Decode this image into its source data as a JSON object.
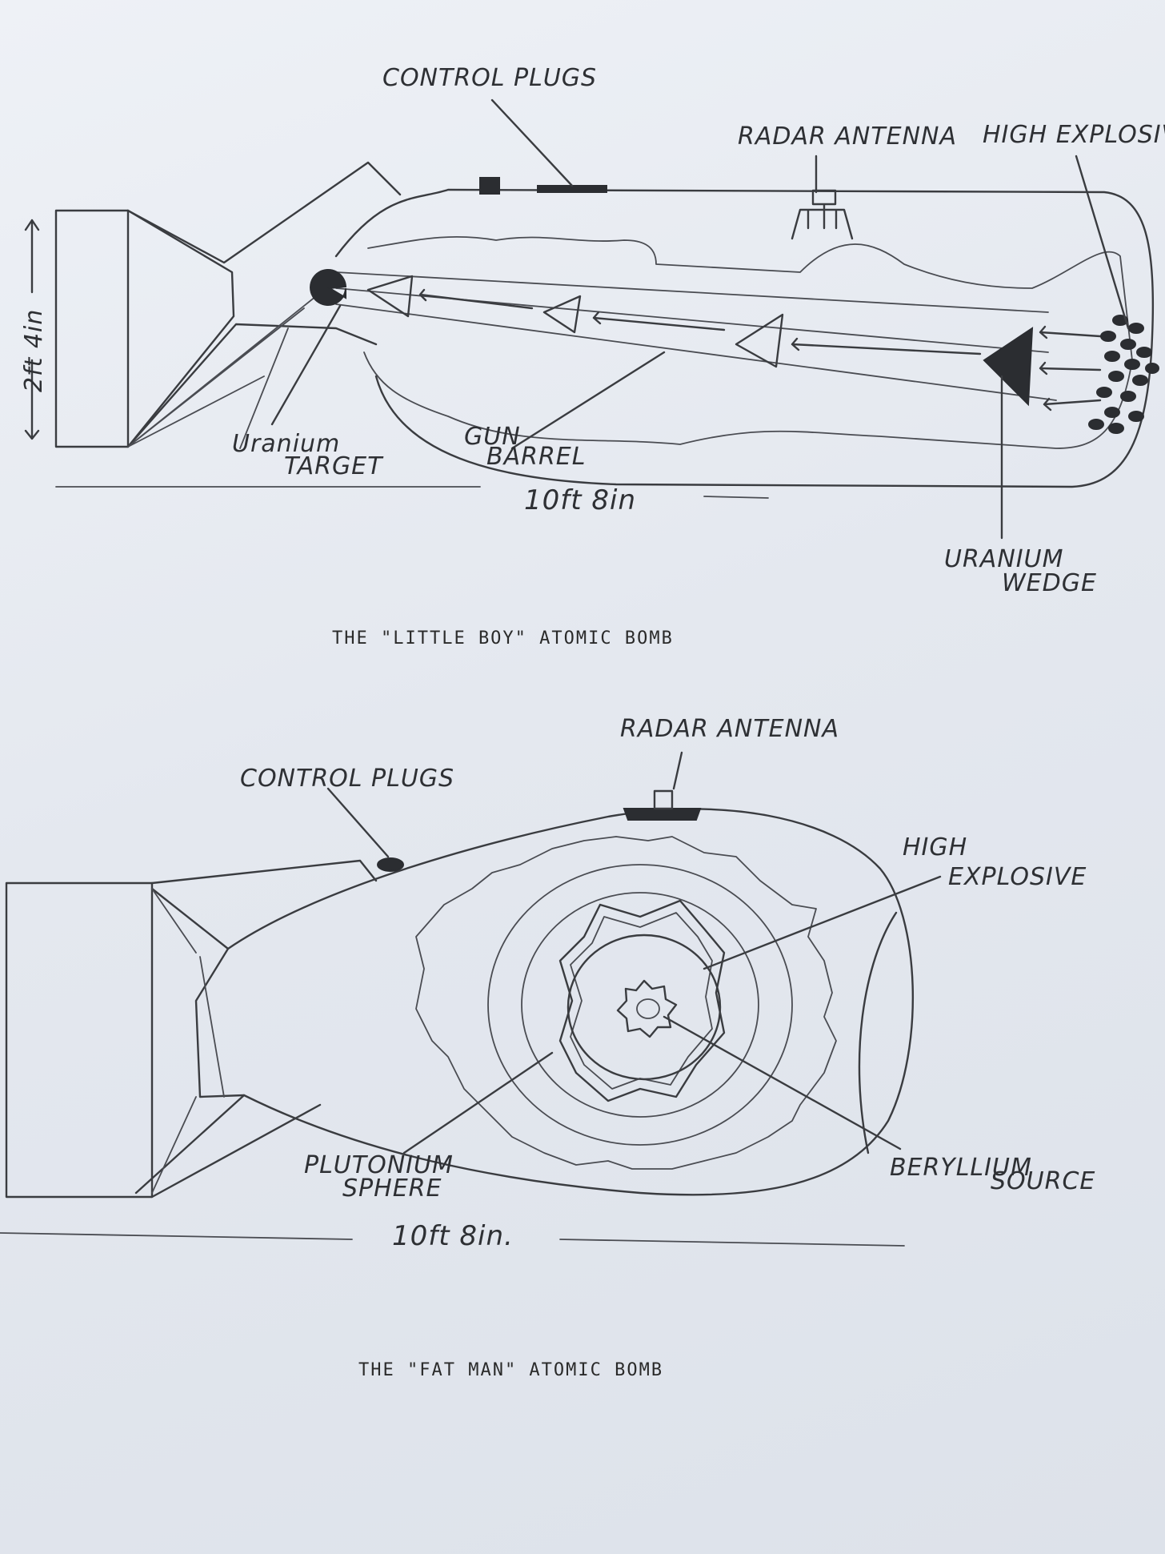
{
  "little_boy": {
    "caption": "THE \"LITTLE BOY\" ATOMIC BOMB",
    "labels": {
      "control_plugs": "CONTROL PLUGS",
      "radar_antenna": "RADAR ANTENNA",
      "high_explosive": "HIGH EXPLOSIVE",
      "height": "2ft 4in",
      "uranium_target": [
        "Uranium",
        "TARGET"
      ],
      "gun_barrel": [
        "GUN",
        "BARREL"
      ],
      "length": "10ft 8in",
      "uranium_wedge": [
        "URANIUM",
        "WEDGE"
      ]
    }
  },
  "fat_man": {
    "caption": "THE \"FAT MAN\" ATOMIC BOMB",
    "labels": {
      "radar_antenna": "RADAR ANTENNA",
      "control_plugs": "CONTROL PLUGS",
      "high_explosive": [
        "HIGH",
        "EXPLOSIVE"
      ],
      "plutonium_sphere": [
        "PLUTONIUM",
        "SPHERE"
      ],
      "beryllium_source": [
        "BERYLLIUM",
        "SOURCE"
      ],
      "length": "10ft 8in."
    }
  },
  "colors": {
    "paper": "#e8ecf2",
    "pencil": "#3a3c40"
  }
}
